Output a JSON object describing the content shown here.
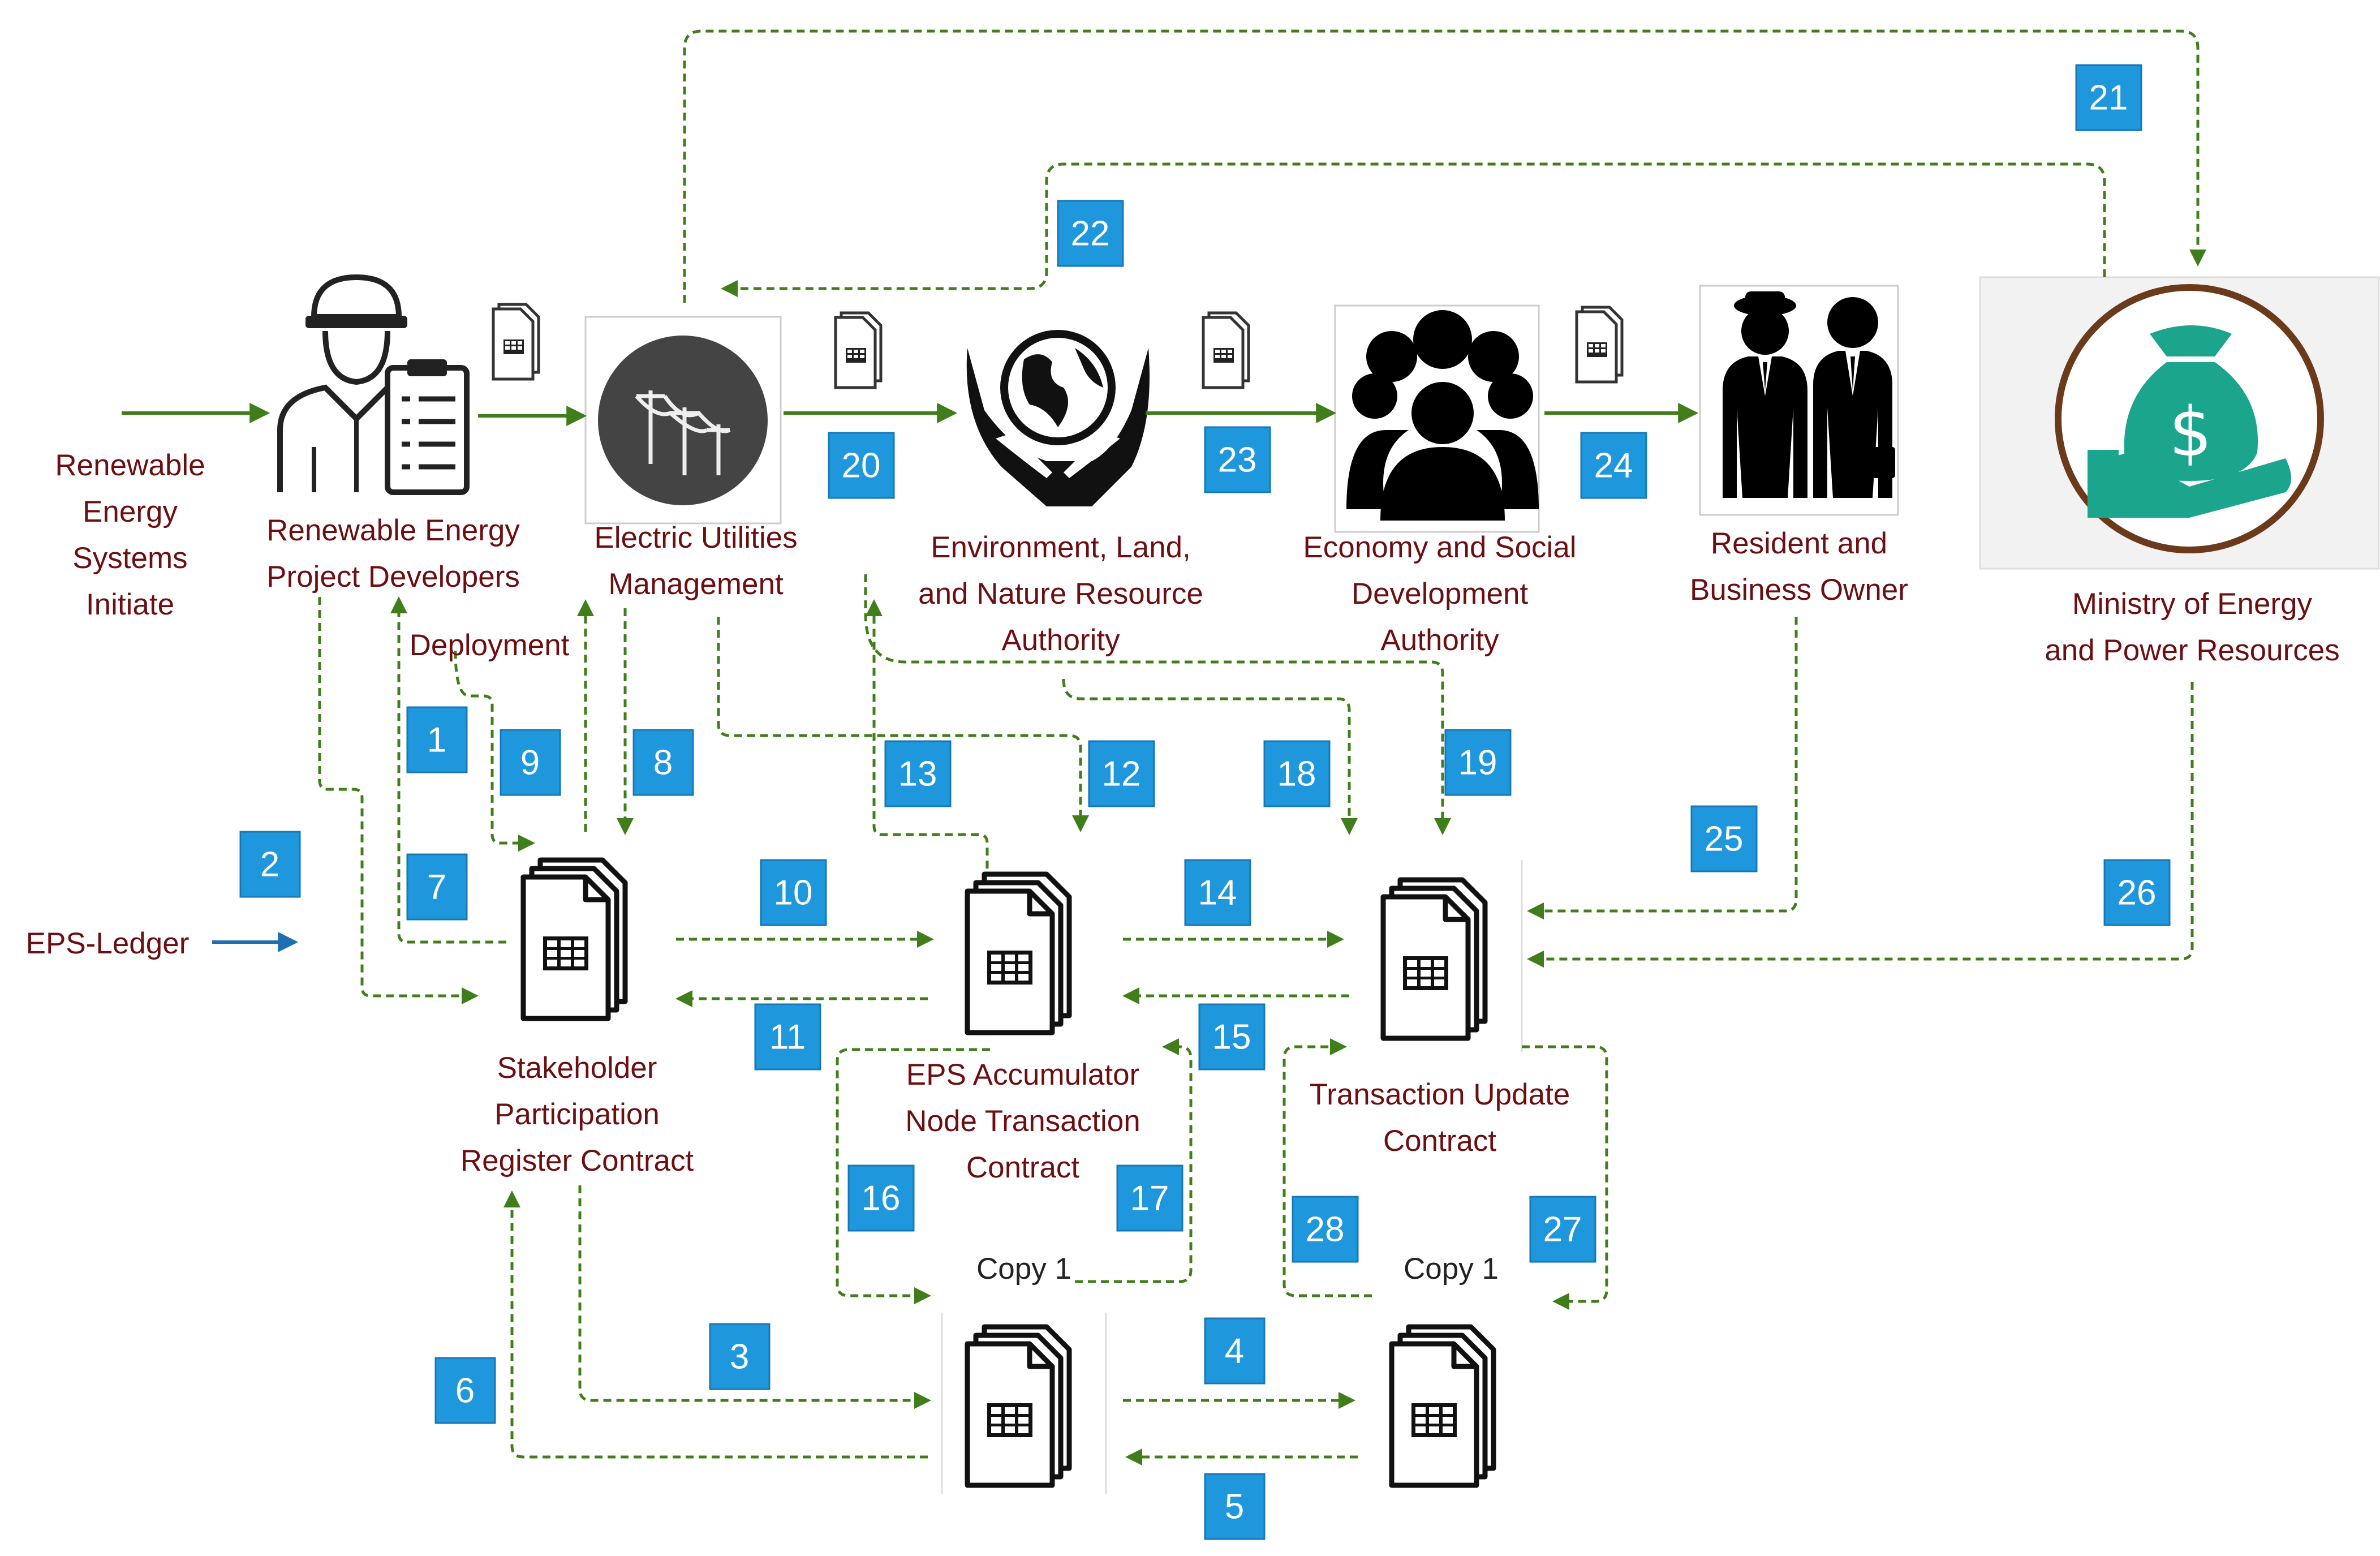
{
  "colors": {
    "accent_green": "#3f7e1a",
    "label_maroon": "#6b0f12",
    "badge_blue": "#1f97dd",
    "ledger_blue": "#1f6fb2"
  },
  "labels": {
    "res_initiate": [
      "Renewable",
      "Energy",
      "Systems",
      "Initiate"
    ],
    "developers": [
      "Renewable Energy",
      "Project Developers"
    ],
    "deployment": "Deployment",
    "utilities": [
      "Electric Utilities",
      "Management"
    ],
    "environment": [
      "Environment, Land,",
      "and Nature Resource",
      "Authority"
    ],
    "economy": [
      "Economy and Social",
      "Development",
      "Authority"
    ],
    "resident": [
      "Resident and",
      "Business Owner"
    ],
    "ministry": [
      "Ministry of Energy",
      "and Power Resources"
    ],
    "eps_ledger": "EPS-Ledger",
    "stakeholder_contract": [
      "Stakeholder",
      "Participation",
      "Register Contract"
    ],
    "accumulator_contract": [
      "EPS Accumulator",
      "Node Transaction",
      "Contract"
    ],
    "update_contract": [
      "Transaction Update",
      "Contract"
    ],
    "copy_a": "Copy 1",
    "copy_b": "Copy 1"
  },
  "step_badges": [
    "1",
    "2",
    "3",
    "4",
    "5",
    "6",
    "7",
    "8",
    "9",
    "10",
    "11",
    "12",
    "13",
    "14",
    "15",
    "16",
    "17",
    "18",
    "19",
    "20",
    "21",
    "22",
    "23",
    "24",
    "25",
    "26",
    "27",
    "28"
  ],
  "icons": {
    "developer": "engineer-with-clipboard-icon",
    "utilities": "power-lines-icon",
    "environment": "hands-holding-globe-icon",
    "economy": "people-group-icon",
    "resident": "businessmen-icon",
    "ministry": "money-bag-in-hand-icon",
    "document": "spreadsheet-document-icon"
  }
}
